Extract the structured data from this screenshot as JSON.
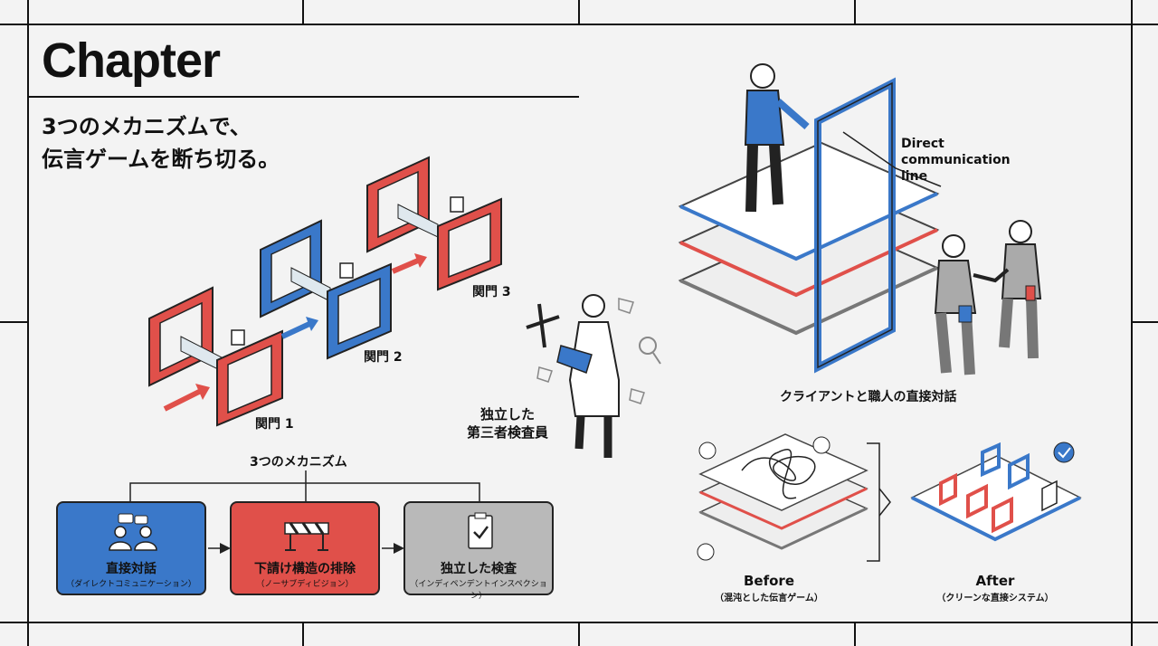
{
  "header": {
    "title": "Chapter",
    "subtitle_line1": "3つのメカニズムで、",
    "subtitle_line2": "伝言ゲームを断ち切る。"
  },
  "gates": {
    "gate1": "関門 1",
    "gate2": "関門 2",
    "gate3": "関門 3"
  },
  "inspector": {
    "line1": "独立した",
    "line2": "第三者検査員"
  },
  "direct": {
    "line_label_1": "Direct",
    "line_label_2": "communication",
    "line_label_3": "line",
    "caption": "クライアントと職人の直接対話"
  },
  "mechanisms": {
    "heading": "3つのメカニズム",
    "items": [
      {
        "title": "直接対話",
        "sub": "（ダイレクトコミュニケーション）",
        "color": "#3a78c9"
      },
      {
        "title": "下請け構造の排除",
        "sub": "（ノーサブディビジョン）",
        "color": "#e0504a"
      },
      {
        "title": "独立した検査",
        "sub": "（インディペンデントインスペクション）",
        "color": "#b9b9b9"
      }
    ]
  },
  "compare": {
    "before_title": "Before",
    "before_sub": "（混沌とした伝言ゲーム）",
    "after_title": "After",
    "after_sub": "（クリーンな直接システム）"
  },
  "colors": {
    "blue": "#3a78c9",
    "red": "#e0504a",
    "gray": "#b9b9b9",
    "ink": "#111111"
  }
}
